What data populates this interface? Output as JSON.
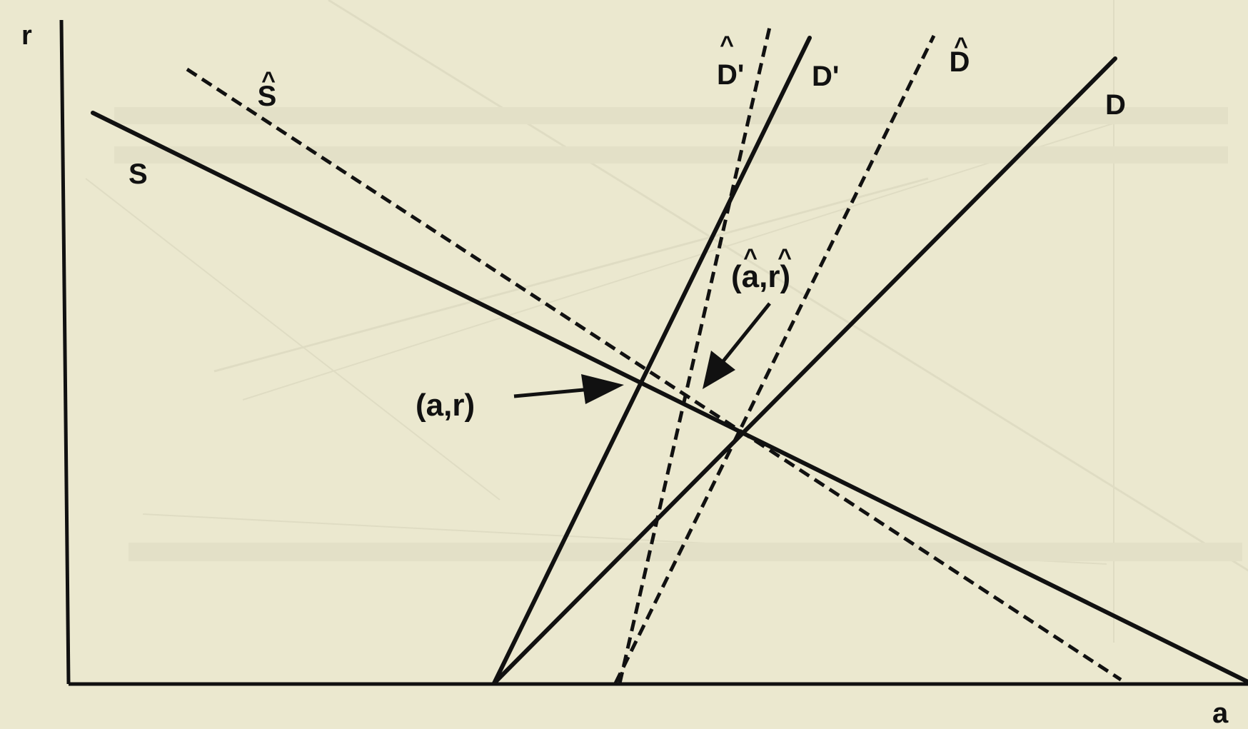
{
  "diagram": {
    "axes": {
      "y_label": "r",
      "x_label": "a"
    },
    "curves": {
      "S": "S",
      "S_hat": "S",
      "D": "D",
      "D_hat": "D",
      "D_prime": "D'",
      "D_prime_hat": "D'"
    },
    "points": {
      "equilibrium": "(a,r)",
      "equilibrium_hat": "(a,r)"
    },
    "hat_glyph": "^",
    "colors": {
      "background": "#ebe8cf",
      "ink": "#111111"
    }
  }
}
